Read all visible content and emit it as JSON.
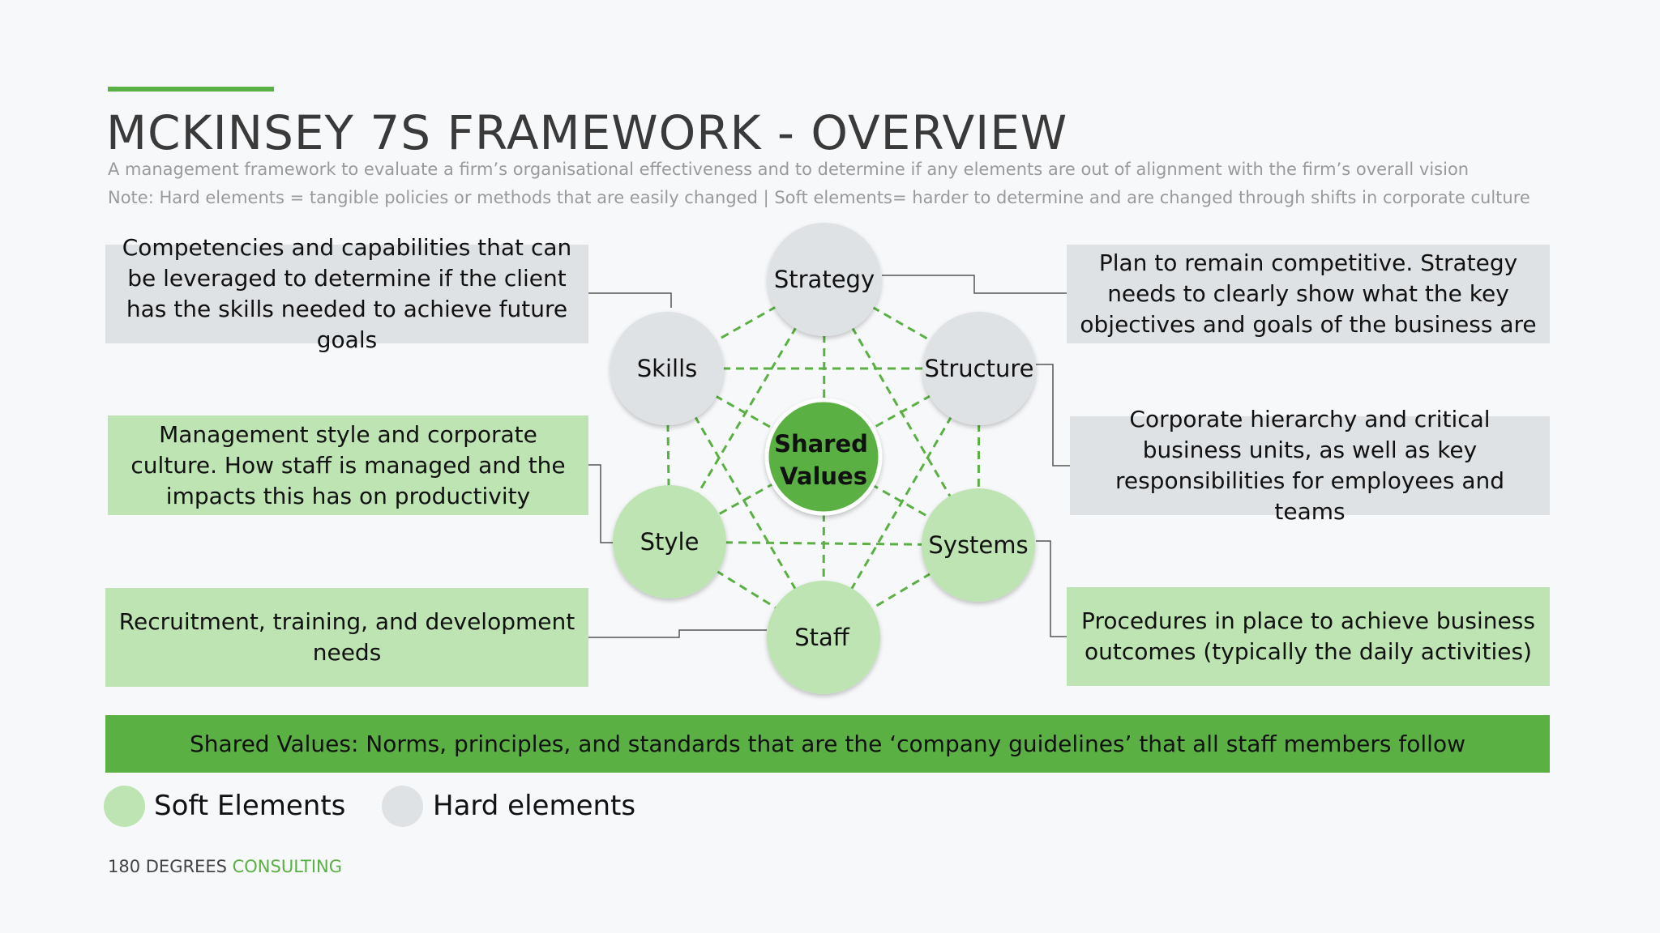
{
  "header": {
    "title": "MCKINSEY 7S FRAMEWORK - OVERVIEW",
    "subtitle_1": "A management framework to evaluate a firm’s organisational effectiveness and to determine if any elements are out of alignment with the firm’s overall vision",
    "subtitle_2": "Note: Hard elements =  tangible policies or methods that are easily changed | Soft elements= harder to determine and are changed through shifts in corporate culture"
  },
  "colors": {
    "accent": "#5ab043",
    "soft": "#bde4b2",
    "hard": "#dfe2e5",
    "dashed_line": "#5ab043"
  },
  "nodes": {
    "strategy": "Strategy",
    "skills": "Skills",
    "structure": "Structure",
    "style": "Style",
    "systems": "Systems",
    "staff": "Staff",
    "shared_values_line1": "Shared",
    "shared_values_line2": "Values"
  },
  "descriptions": {
    "skills": "Competencies and capabilities that can be leveraged to determine if the client has the skills needed to achieve future goals",
    "strategy": "Plan to remain competitive. Strategy needs to clearly show what the key objectives and goals of the business are",
    "style": "Management style and corporate culture. How staff is managed and the impacts this has on productivity",
    "structure": "Corporate hierarchy and critical business units, as well as key responsibilities for employees and teams",
    "staff": "Recruitment, training, and development needs",
    "systems": "Procedures in place to achieve business outcomes (typically the daily activities)"
  },
  "banner": {
    "text": "Shared Values: Norms, principles, and standards that are the ‘company guidelines’ that all staff members follow"
  },
  "legend": {
    "soft_label": "Soft Elements",
    "hard_label": "Hard elements"
  },
  "footer": {
    "part1": "180 DEGREES ",
    "part2": "CONSULTING"
  }
}
